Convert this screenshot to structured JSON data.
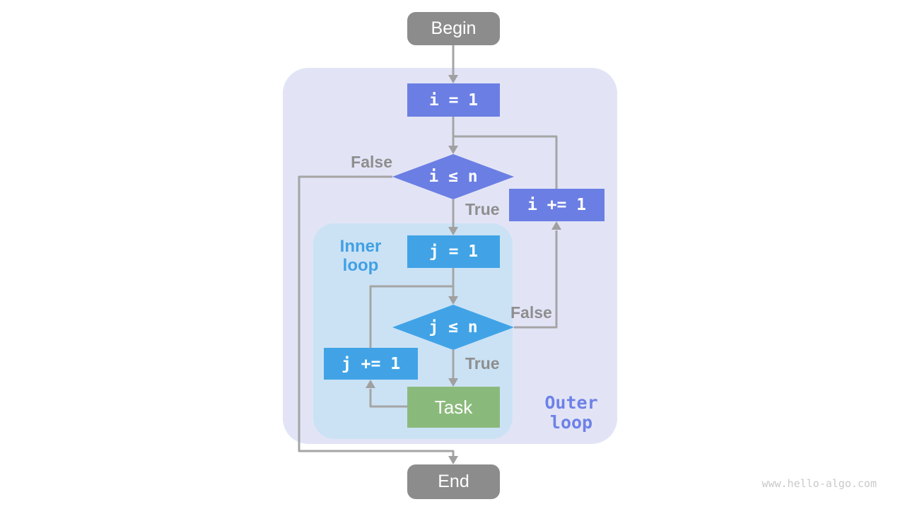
{
  "diagram": {
    "nodes": {
      "begin": {
        "label": "Begin"
      },
      "i_init": {
        "label": "i = 1"
      },
      "i_cond": {
        "label": "i ≤ n"
      },
      "i_incr": {
        "label": "i += 1"
      },
      "j_init": {
        "label": "j = 1"
      },
      "j_cond": {
        "label": "j ≤ n"
      },
      "j_incr": {
        "label": "j += 1"
      },
      "task": {
        "label": "Task"
      },
      "end": {
        "label": "End"
      }
    },
    "edge_labels": {
      "outer_false": "False",
      "outer_true": "True",
      "inner_false": "False",
      "inner_true": "True"
    },
    "region_labels": {
      "inner": "Inner\nloop",
      "outer": "Outer\nloop"
    },
    "colors": {
      "outer_region_bg": "#e2e4f6",
      "inner_region_bg": "#cbe2f5",
      "terminal_node": "#8c8c8c",
      "outer_loop_node": "#6b7ee3",
      "inner_loop_node": "#41a3e6",
      "task_node": "#8aba7b",
      "edge_line": "#a5a5a5",
      "edge_label_text": "#8e8e8e",
      "inner_label_text": "#41a0e4",
      "outer_label_text": "#6e81e6",
      "watermark_text": "#c9c9c9"
    },
    "watermark": "www.hello-algo.com"
  }
}
